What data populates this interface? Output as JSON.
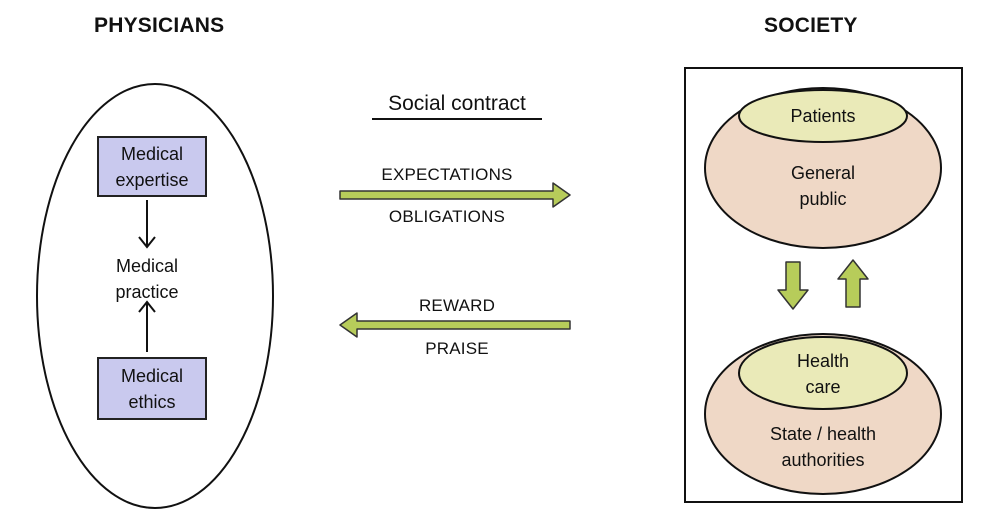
{
  "headings": {
    "left": "PHYSICIANS",
    "right": "SOCIETY"
  },
  "physicians": {
    "expertise": "Medical\nexpertise",
    "practice": "Medical\npractice",
    "ethics": "Medical\nethics"
  },
  "contract": {
    "title": "Social contract",
    "forward_top": "EXPECTATIONS",
    "forward_bottom": "OBLIGATIONS",
    "back_top": "REWARD",
    "back_bottom": "PRAISE"
  },
  "society": {
    "top_inner": "Patients",
    "top_outer": "General\npublic",
    "bottom_inner": "Health\ncare",
    "bottom_outer": "State / health\nauthorities"
  },
  "colors": {
    "box_fill": "#c9c9ee",
    "bowl_fill": "#efd8c6",
    "inner_fill": "#eaeab8",
    "arrow_fill": "#b7cc5a"
  }
}
